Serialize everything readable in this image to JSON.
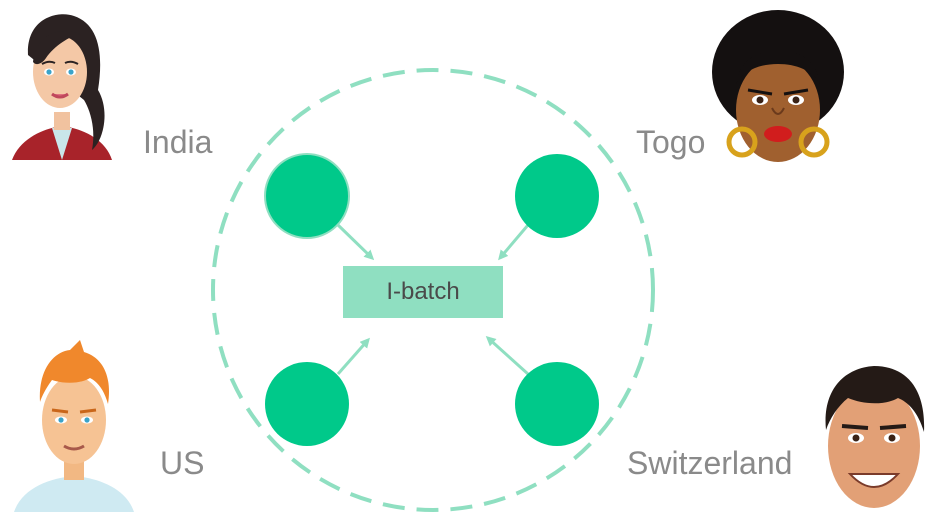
{
  "center_box": {
    "label": "I-batch"
  },
  "participants": [
    {
      "id": "india",
      "label": "India",
      "avatar": "woman-dark-hair-avatar-icon"
    },
    {
      "id": "togo",
      "label": "Togo",
      "avatar": "woman-afro-hair-avatar-icon"
    },
    {
      "id": "us",
      "label": "US",
      "avatar": "man-blond-hair-avatar-icon"
    },
    {
      "id": "switzerland",
      "label": "Switzerland",
      "avatar": "man-dark-hair-smiling-avatar-icon"
    }
  ],
  "colors": {
    "node_fill": "#00c98a",
    "box_fill": "#8fdfc1",
    "dashed_circle": "#8fdfc1",
    "arrow": "#8fdfc1",
    "label_text": "#8a8a8a"
  }
}
